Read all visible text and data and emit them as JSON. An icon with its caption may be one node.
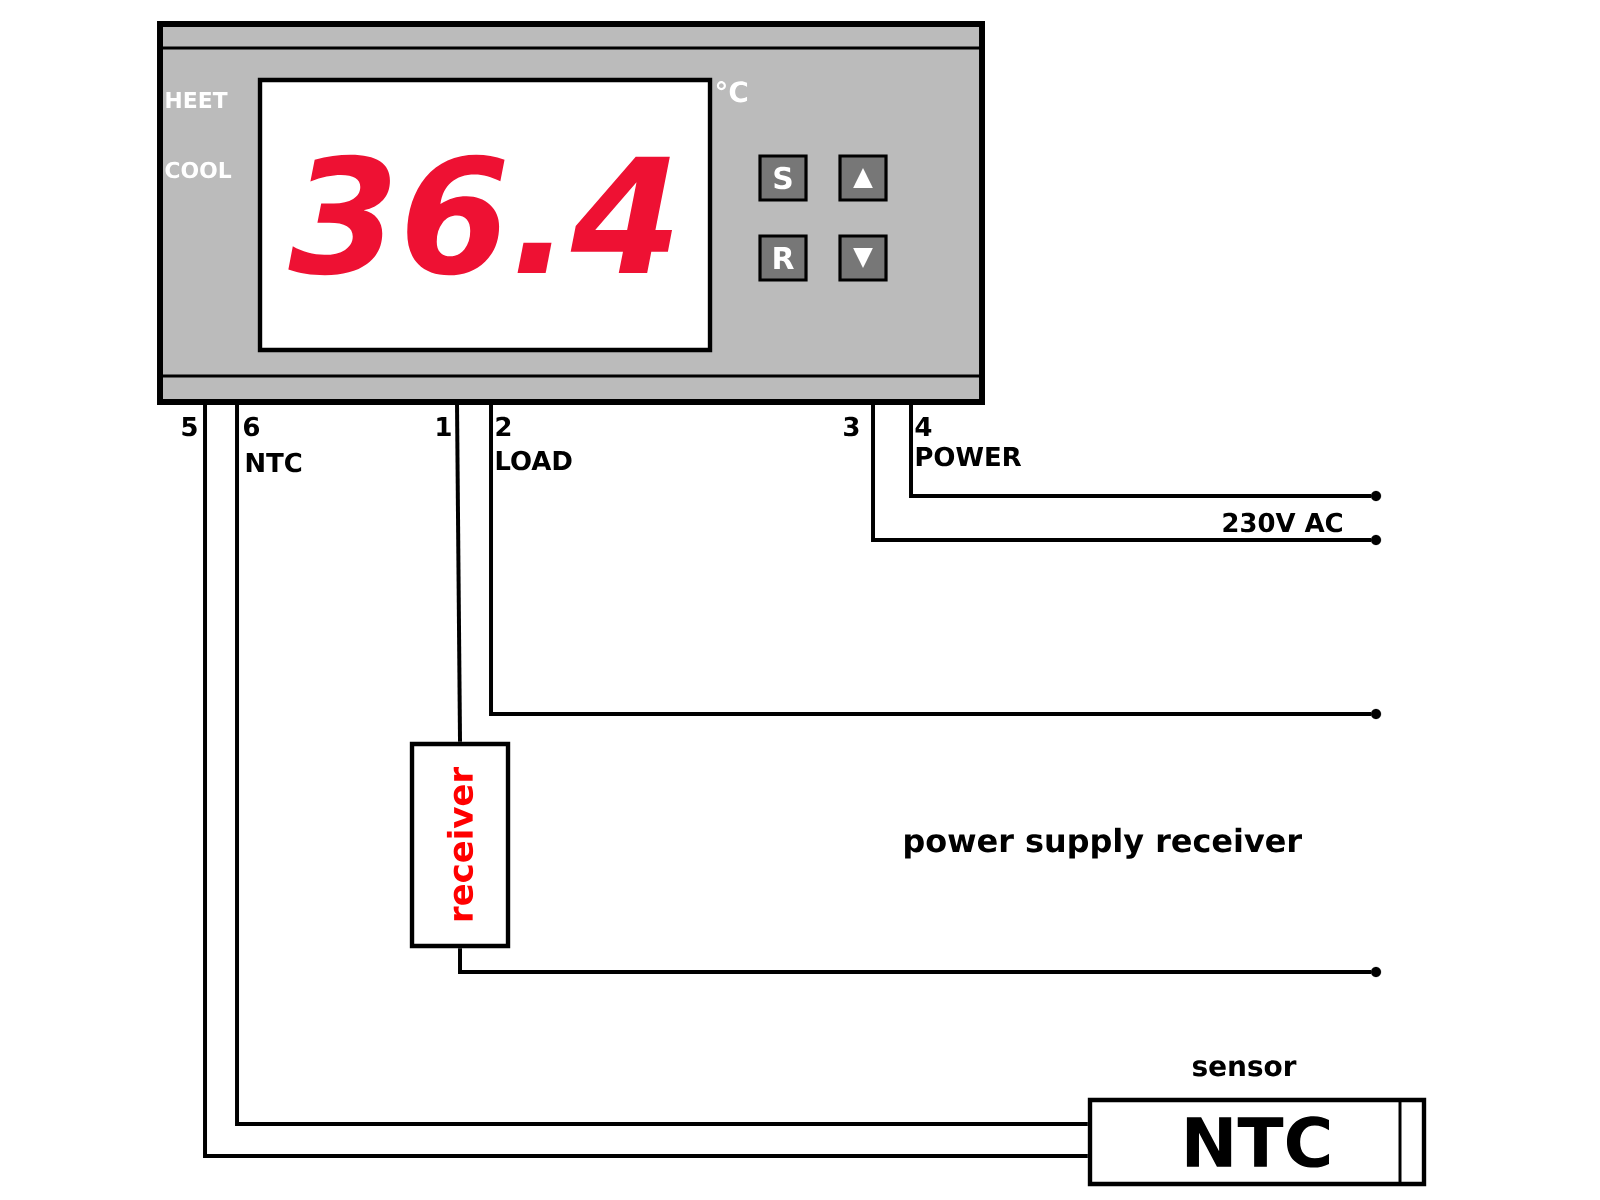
{
  "diagram": {
    "nodes": [
      {
        "text": [],
        "shape": "box"
      },
      {
        "text": [
          "36.4"
        ],
        "in": 0
      },
      {
        "text": [
          "S"
        ],
        "in": 0
      },
      {
        "text": [
          "▲"
        ],
        "in": 0
      },
      {
        "text": [
          "R"
        ],
        "in": 0
      },
      {
        "text": [
          "▼"
        ],
        "in": 0
      },
      {
        "text": [
          "receiver"
        ]
      },
      {
        "text": [
          "NTC"
        ],
        "beside": [
          "sensor"
        ]
      },
      {
        "text": [],
        "shape": "circle"
      },
      {
        "text": [],
        "shape": "circle"
      },
      {
        "text": [],
        "shape": "circle"
      },
      {
        "text": [],
        "shape": "circle"
      }
    ],
    "edges": [
      {
        "from": 0,
        "to": 7,
        "arrow": "none"
      },
      {
        "from": 0,
        "to": 7,
        "arrow": "none"
      },
      {
        "from": 0,
        "to": 6,
        "arrow": "none"
      },
      {
        "from": 6,
        "to": 11,
        "arrow": "none"
      },
      {
        "from": 0,
        "to": 10,
        "arrow": "none"
      },
      {
        "from": 0,
        "to": 9,
        "arrow": "none"
      },
      {
        "from": 0,
        "to": 8,
        "arrow": "none"
      }
    ],
    "labels": [
      "HEET",
      "COOL",
      "°C",
      "5",
      "6",
      "NTC",
      "1",
      "2",
      "LOAD",
      "3",
      "4",
      "POWER",
      "230V AC",
      "power supply receiver"
    ]
  }
}
